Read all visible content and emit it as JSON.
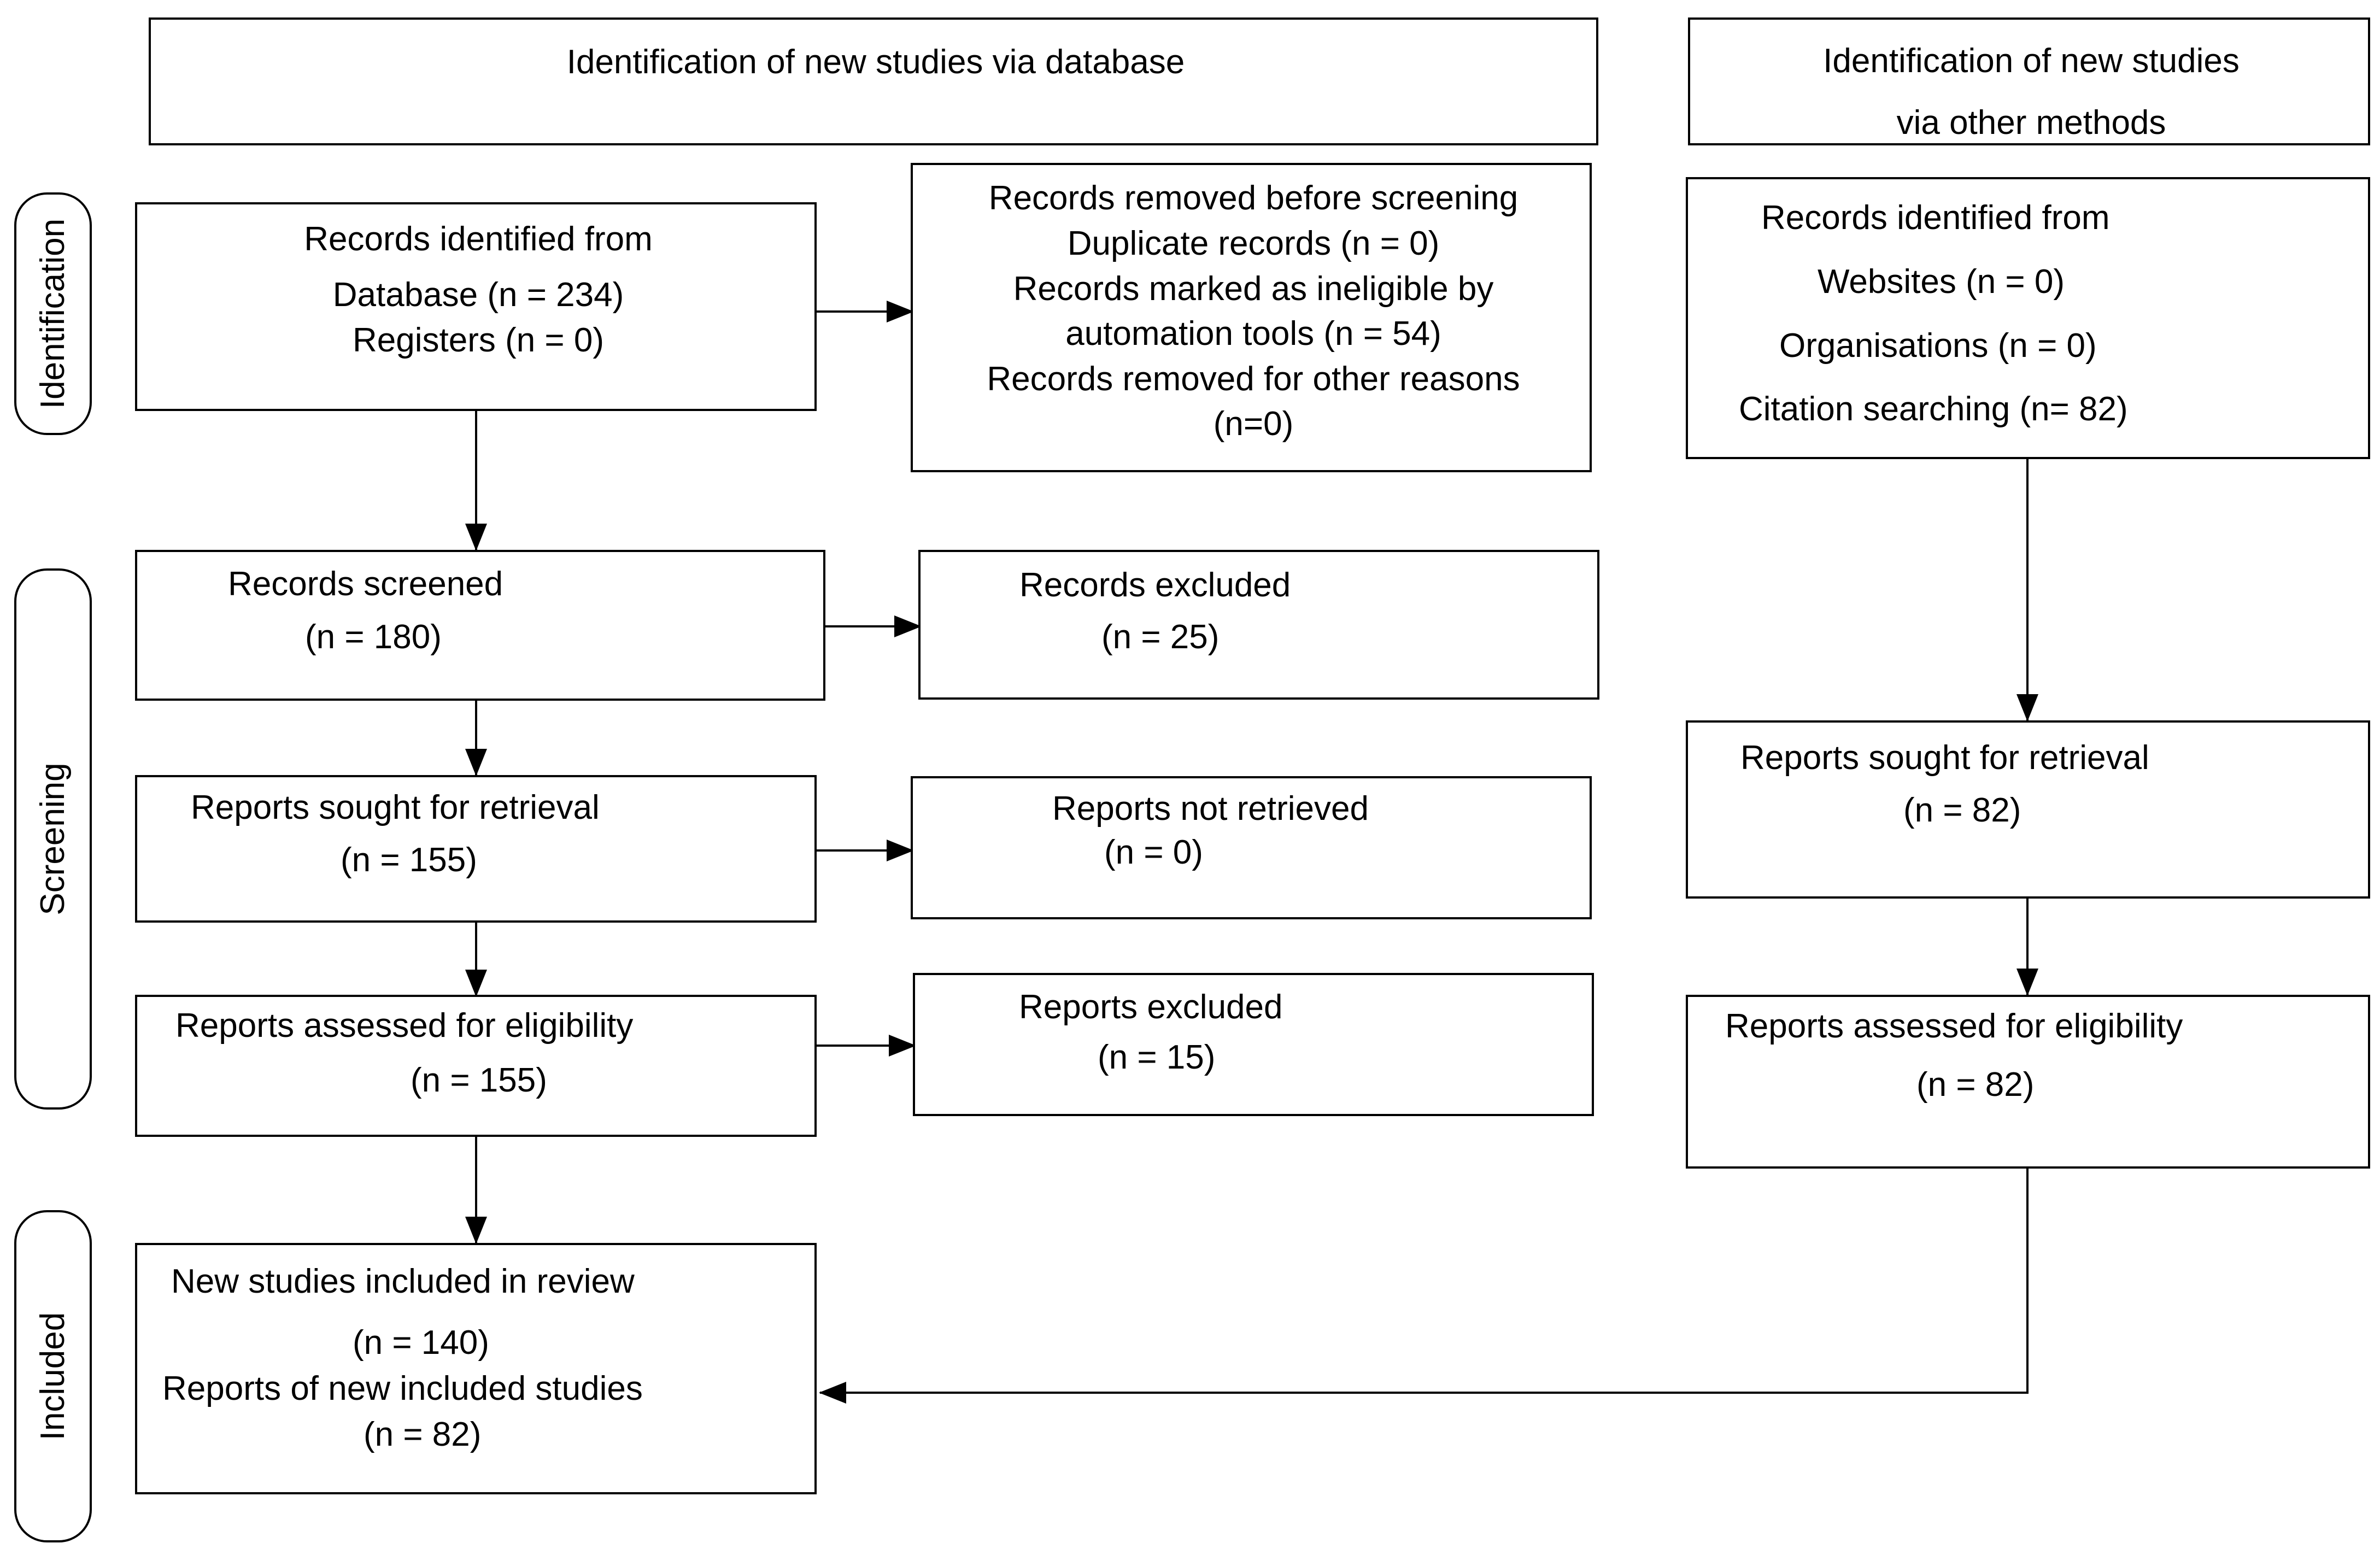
{
  "headers": {
    "database": "Identification of new studies via database",
    "other_line1": "Identification of new studies",
    "other_line2": "via other methods"
  },
  "phases": {
    "identification": "Identification",
    "screening": "Screening",
    "included": "Included"
  },
  "db": {
    "identified": {
      "title": "Records identified from",
      "line1": "Database (n = 234)",
      "line2": "Registers (n = 0)"
    },
    "removed": {
      "title": "Records removed before screening",
      "line1": "Duplicate records (n = 0)",
      "line2": "Records marked as ineligible by",
      "line3": "automation tools (n = 54)",
      "line4": "Records removed for other reasons",
      "line5": "(n=0)"
    },
    "screened": {
      "title": "Records screened",
      "count": "(n = 180)"
    },
    "excluded": {
      "title": "Records excluded",
      "count": "(n = 25)"
    },
    "sought": {
      "title": "Reports sought for retrieval",
      "count": "(n = 155)"
    },
    "not_retrieved": {
      "title": "Reports not retrieved",
      "count": "(n = 0)"
    },
    "assessed": {
      "title": "Reports assessed for eligibility",
      "count": "(n = 155)"
    },
    "reports_excluded": {
      "title": "Reports excluded",
      "count": "(n = 15)"
    },
    "included": {
      "title": "New studies included in review",
      "count": "(n = 140)",
      "title2": "Reports of new included studies",
      "count2": "(n = 82)"
    }
  },
  "other": {
    "identified": {
      "title": "Records identified from",
      "line1": "Websites (n = 0)",
      "line2": "Organisations (n = 0)",
      "line3": "Citation searching (n= 82)"
    },
    "sought": {
      "title": "Reports sought for retrieval",
      "count": "(n = 82)"
    },
    "assessed": {
      "title": "Reports assessed for eligibility",
      "count": "(n = 82)"
    }
  }
}
